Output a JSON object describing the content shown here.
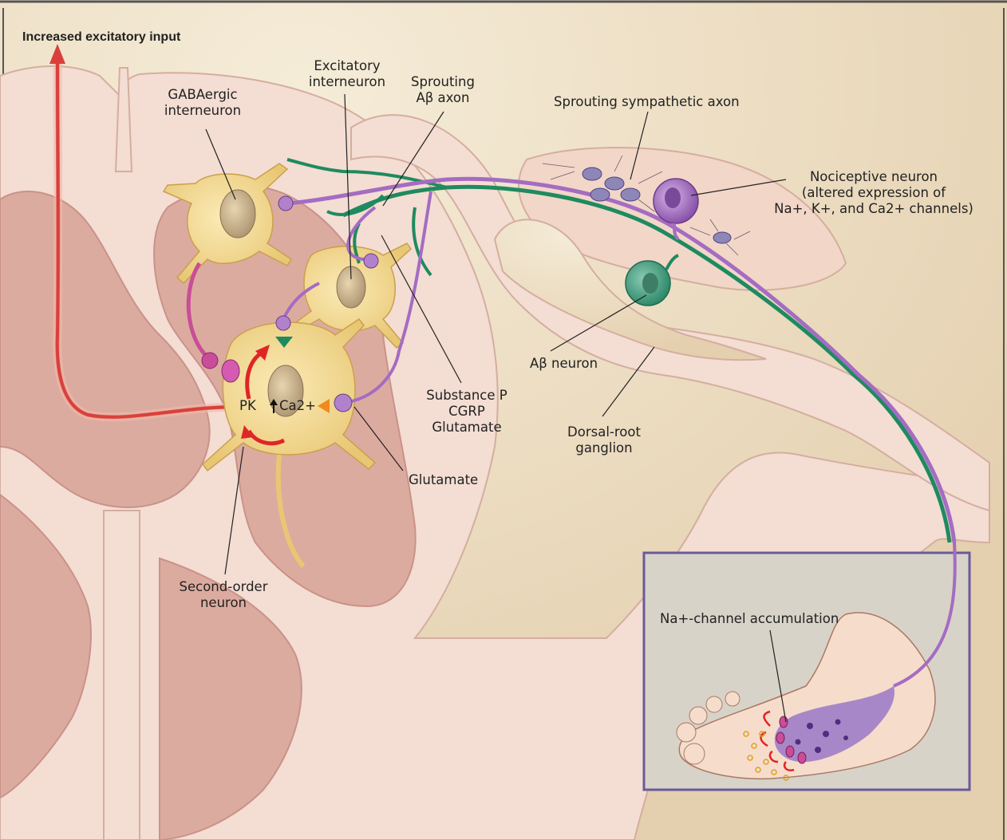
{
  "title": "Increased excitatory input",
  "labels": {
    "gaba_interneuron": [
      "GABAergic",
      "interneuron"
    ],
    "excitatory_interneuron": [
      "Excitatory",
      "interneuron"
    ],
    "sprouting_abeta_axon": [
      "Sprouting",
      "Aβ axon"
    ],
    "sprouting_sympathetic_axon": "Sprouting sympathetic axon",
    "nociceptive_neuron": [
      "Nociceptive neuron",
      "(altered expression of",
      "Na+, K+, and Ca2+ channels)"
    ],
    "abeta_neuron": "Aβ neuron",
    "dorsal_root_ganglion": [
      "Dorsal-root",
      "ganglion"
    ],
    "neurotransmitters": [
      "Substance P",
      "CGRP",
      "Glutamate"
    ],
    "glutamate": "Glutamate",
    "pk": "PK",
    "calcium": "Ca2+",
    "second_order_neuron": [
      "Second-order",
      "neuron"
    ],
    "na_channel_accumulation": "Na+-channel accumulation"
  },
  "colors": {
    "spinal_cord": "#f3dcd2",
    "gray_matter": "#dca79d",
    "background": "#e9d6b8",
    "neuron_body": "#f4d98f",
    "green_axon": "#1f8a5f",
    "purple_axon": "#a46cc2",
    "magenta_terminal": "#c94d98",
    "red_arrow": "#d92b2b",
    "inset_border": "#6a5a9a"
  }
}
